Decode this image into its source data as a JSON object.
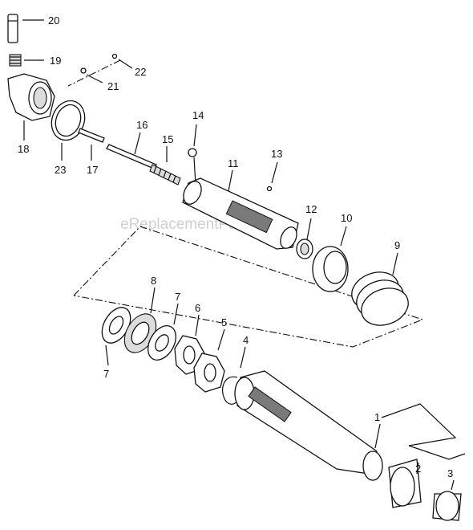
{
  "watermark": "eReplacementParts.com",
  "callouts": {
    "p20": "20",
    "p19": "19",
    "p22": "22",
    "p21": "21",
    "p18": "18",
    "p23": "23",
    "p17": "17",
    "p16": "16",
    "p15": "15",
    "p14": "14",
    "p11": "11",
    "p13": "13",
    "p12": "12",
    "p10": "10",
    "p9": "9",
    "p8": "8",
    "p7a": "7",
    "p6": "6",
    "p5": "5",
    "p4": "4",
    "p7b": "7",
    "p1": "1",
    "p2": "2",
    "p3": "3"
  }
}
